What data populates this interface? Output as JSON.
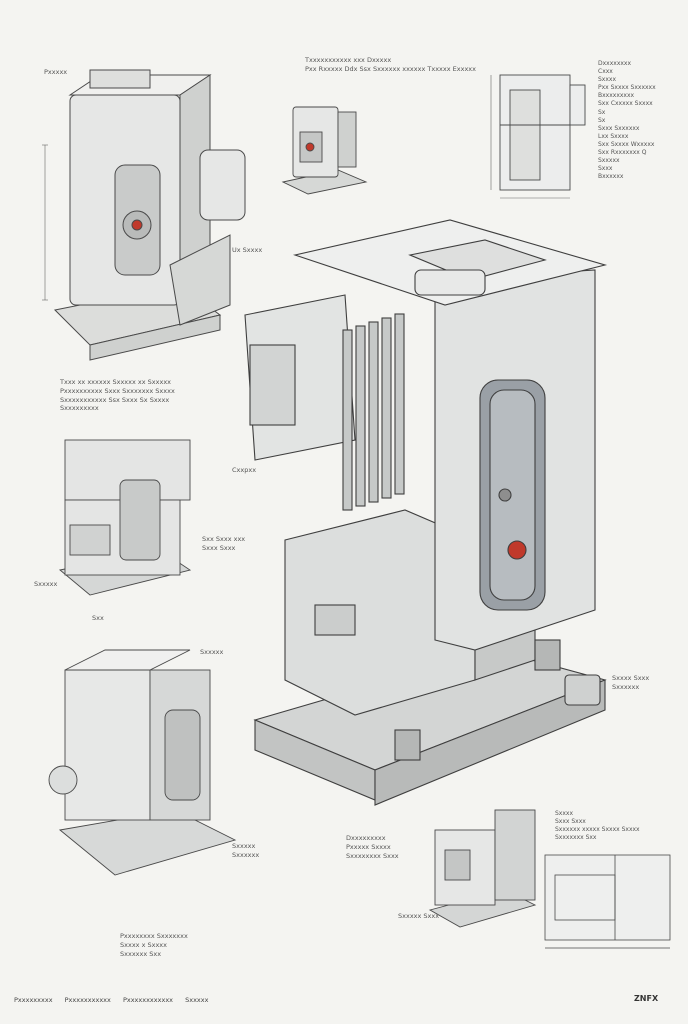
{
  "sheet": {
    "background": "#f4f4f1",
    "ink": "#4a4a4a",
    "metal": "#d9dbdc",
    "accent_red": "#c0392b"
  },
  "notes": {
    "top_center": [
      "Txxxxxxxxxxx xxx Dxxxxx",
      "Pxx Rxxxxx Ddx Ssx Sxxxxxx xxxxxx Txxxxx Exxxxx"
    ],
    "top_left_tag": "Pxxxxx",
    "side_tag_1": "Ux Sxxxx",
    "top_right": [
      "Dxxxxxxxx",
      "Cxxx",
      "Sxxxx",
      "Pxx Sxxxx Sxxxxxx",
      "Bxxxxxxxxx",
      "Sxx Cxxxxx Sxxxx",
      "Sx",
      "Sx",
      "Sxxx Sxxxxxx",
      "Lxx Sxxxx",
      "Sxx Sxxxx Wxxxxx",
      "Sxx Rxxxxxxx Q",
      "Sxxxxx",
      "Sxxx",
      "Bxxxxxx"
    ],
    "mid_left": [
      "Txxx xx xxxxxx Sxxxxx xx Sxxxxx",
      "Pxxxxxxxxxx Sxxx Sxxxxxxx Sxxxx",
      "Sxxxxxxxxxxx Ssx Sxxx Sx Sxxxx",
      "Sxxxxxxxxx"
    ],
    "center_label": "Cxxpxx",
    "side_tag_2": [
      "Sxx Sxxx xxx",
      "Sxxx Sxxx"
    ],
    "left_tag": "Sxxxxx",
    "page_mark": "Sxx",
    "lower_left_tag": "Sxxxxx",
    "lower_dim": [
      "Sxxxxx",
      "Sxxxxxx"
    ],
    "bottom_left": [
      "Pxxxxxxxx Sxxxxxxx",
      "Sxxxx x Sxxxx",
      "Sxxxxxx Sxx"
    ],
    "bottom_center": [
      "Dxxxxxxxxx",
      "Pxxxxx Sxxxx",
      "Sxxxxxxxx Sxxx"
    ],
    "right_tag": [
      "Sxxxx Sxxx",
      "Sxxxxxx"
    ],
    "lower_right": [
      "Sxxxx",
      "Sxxx Sxxx",
      "Sxxxxxx xxxxx Sxxxx Sxxxx",
      "Sxxxxxxx Sxx"
    ],
    "small_tag": "Sxxxxx Sxxx"
  },
  "footer": {
    "items": [
      "Pxxxxxxxxx",
      "Pxxxxxxxxxxx",
      "Pxxxxxxxxxxxx",
      "Sxxxxx"
    ],
    "logo": "ZNFX"
  }
}
